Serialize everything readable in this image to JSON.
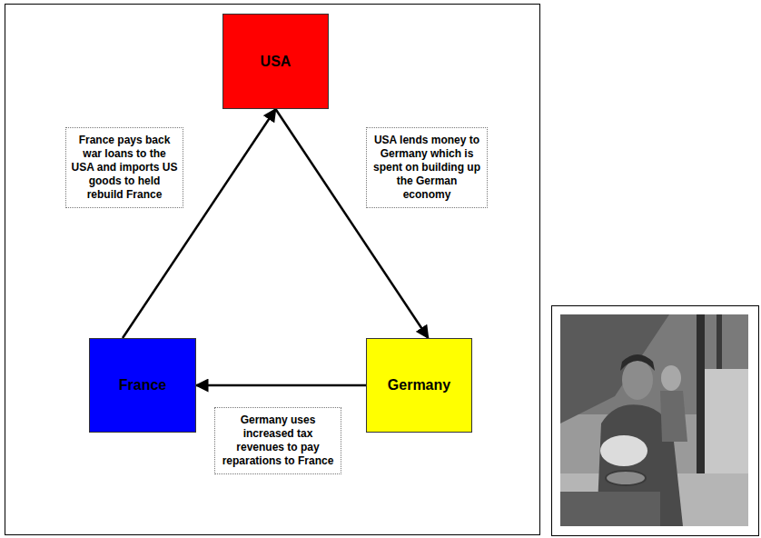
{
  "diagram": {
    "nodes": [
      {
        "text": [
          "USA"
        ]
      },
      {
        "text": [
          "France"
        ]
      },
      {
        "text": [
          "Germany"
        ]
      }
    ],
    "edges": [
      {
        "from": 1,
        "to": 0,
        "arrow": "to",
        "label": "France pays back war loans to the USA and imports US goods to held rebuild France"
      },
      {
        "from": 0,
        "to": 2,
        "arrow": "to",
        "label": "USA lends money to Germany which is spent on building up the German economy"
      },
      {
        "from": 2,
        "to": 1,
        "arrow": "to",
        "label": "Germany uses increased tax revenues to pay reparations to France"
      }
    ]
  }
}
